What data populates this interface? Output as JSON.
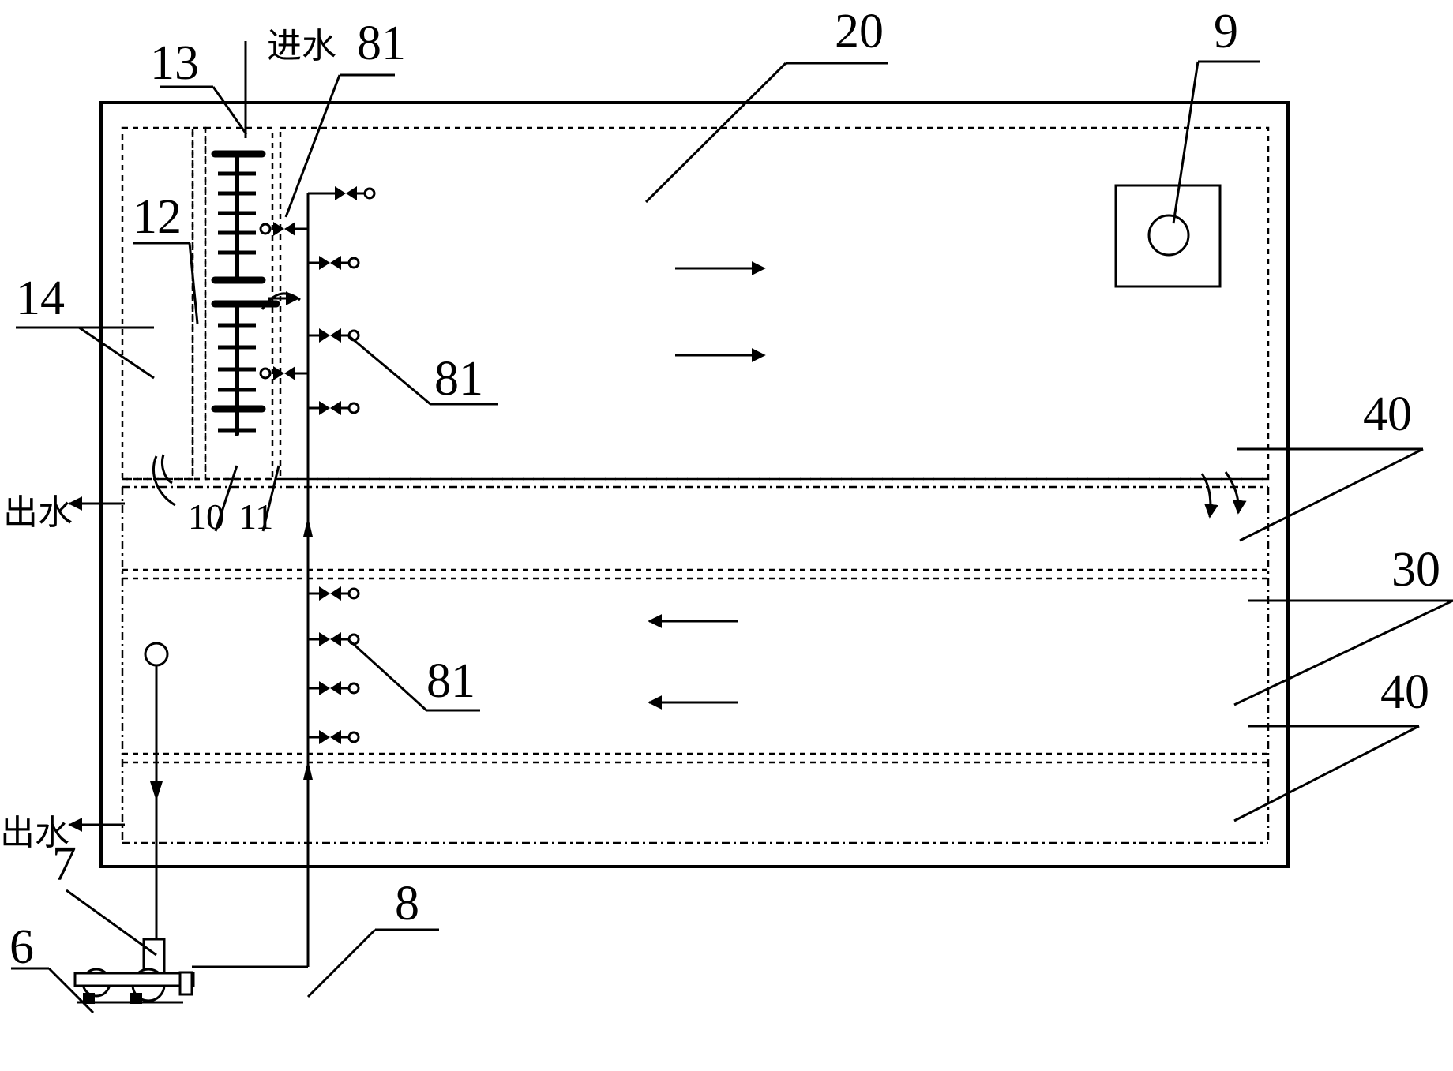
{
  "labels": {
    "l13": "13",
    "l81_top": "81",
    "l20": "20",
    "l9": "9",
    "l12": "12",
    "l14": "14",
    "l81_mid": "81",
    "l40_top": "40",
    "l10": "10",
    "l11": "11",
    "l30": "30",
    "l81_low": "81",
    "l40_bot": "40",
    "l7": "7",
    "l8": "8",
    "l6": "6"
  },
  "text": {
    "inlet": "进水",
    "outlet_top": "出水",
    "outlet_bottom": "出水"
  }
}
